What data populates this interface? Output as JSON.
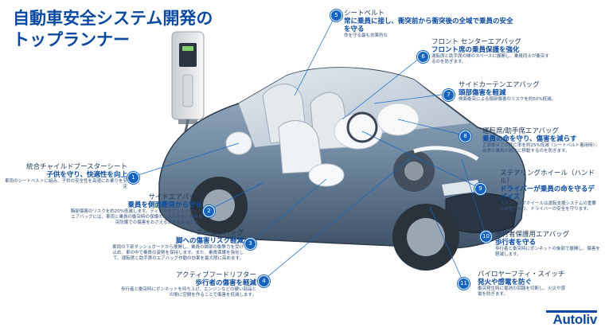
{
  "title": {
    "line1": "自動車安全システム開発の",
    "line2": "トップランナー"
  },
  "brand": {
    "logo_text": "Autoliv",
    "accent": "#0b4aa0"
  },
  "callouts": [
    {
      "num": "1",
      "label": "統合チャイルドブースターシート",
      "head": "子供を守り、快適性を向上",
      "note": "車両のシートベルトに組み、子供の安全性を高速にお乗りを安定"
    },
    {
      "num": "2",
      "label": "サイドエアバッグ",
      "head": "乗員を側面衝突から守る",
      "note": "胸部傷害のリスクを約20%低減します。ディアのオプションサイドエアバッグには、車両と乗員の衝突時の保護のおり込み方、側面衝突防護での傷害をおさえる効果を高めます。"
    },
    {
      "num": "3",
      "label": "ニーエアバッグ",
      "head": "脚への傷害リスク軽減",
      "note": "車両の下部ダッシュボードから展開し、乗員の脚部の衝撃力を受け止め、車の中で乗員の姿勢を保持します。また、乗員保護を強化して、運転席と助手席のエアバッグ作動の効果を最大限に高めます。"
    },
    {
      "num": "4",
      "label": "アクティブフードリフター",
      "head": "歩行者の傷害を軽減",
      "note": "歩行者と衝突時にボンネットを持ち上げ、エンジンなどの硬い部品との間に空間を作ることで傷害を低減します。"
    },
    {
      "num": "5",
      "label": "シートベルト",
      "head": "常に乗員に接し、衝突前から衝突後の全域で乗員の安全を守る",
      "note": "命を守る最も効果的な"
    },
    {
      "num": "6",
      "label": "フロント センターエアバッグ",
      "head": "フロント席の乗員保護を強化",
      "note": "運転席と助手席の間のスペースに展開し、乗員同士が衝突するのを防ぎます。"
    },
    {
      "num": "7",
      "label": "サイドカーテンエアバッグ",
      "head": "頭部傷害を軽減",
      "note": "側面衝突による頭部傷害のリスクを約50%低減。"
    },
    {
      "num": "8",
      "label": "運転席/助手席エアバッグ",
      "head": "乗員の命を守り、傷害を減らす",
      "note": "正面衝突での死亡率を約25%低減（シートベルト着用時）。前席の乗員が前方に移動するのを防ぎます。"
    },
    {
      "num": "9",
      "label": "ステアリングホイール（ハンドル）",
      "head": "ドライバーが乗員の命を守るデバイス",
      "note": "ステアリングホイールは運転支援システムの重要な装置であり、ドライバーの安全を守ります。"
    },
    {
      "num": "10",
      "label": "歩行者保護用エアバッグ",
      "head": "歩行者を守る",
      "note": "歩行者と衝突時にボンネットの後部で展開し、傷害を軽減します。"
    },
    {
      "num": "11",
      "label": "バイロヤーフティ・スイッチ",
      "head": "発火や感電を防ぐ",
      "note": "衝突発生時に電池の回路を切断し、火災や感電を防ぎます。"
    }
  ]
}
